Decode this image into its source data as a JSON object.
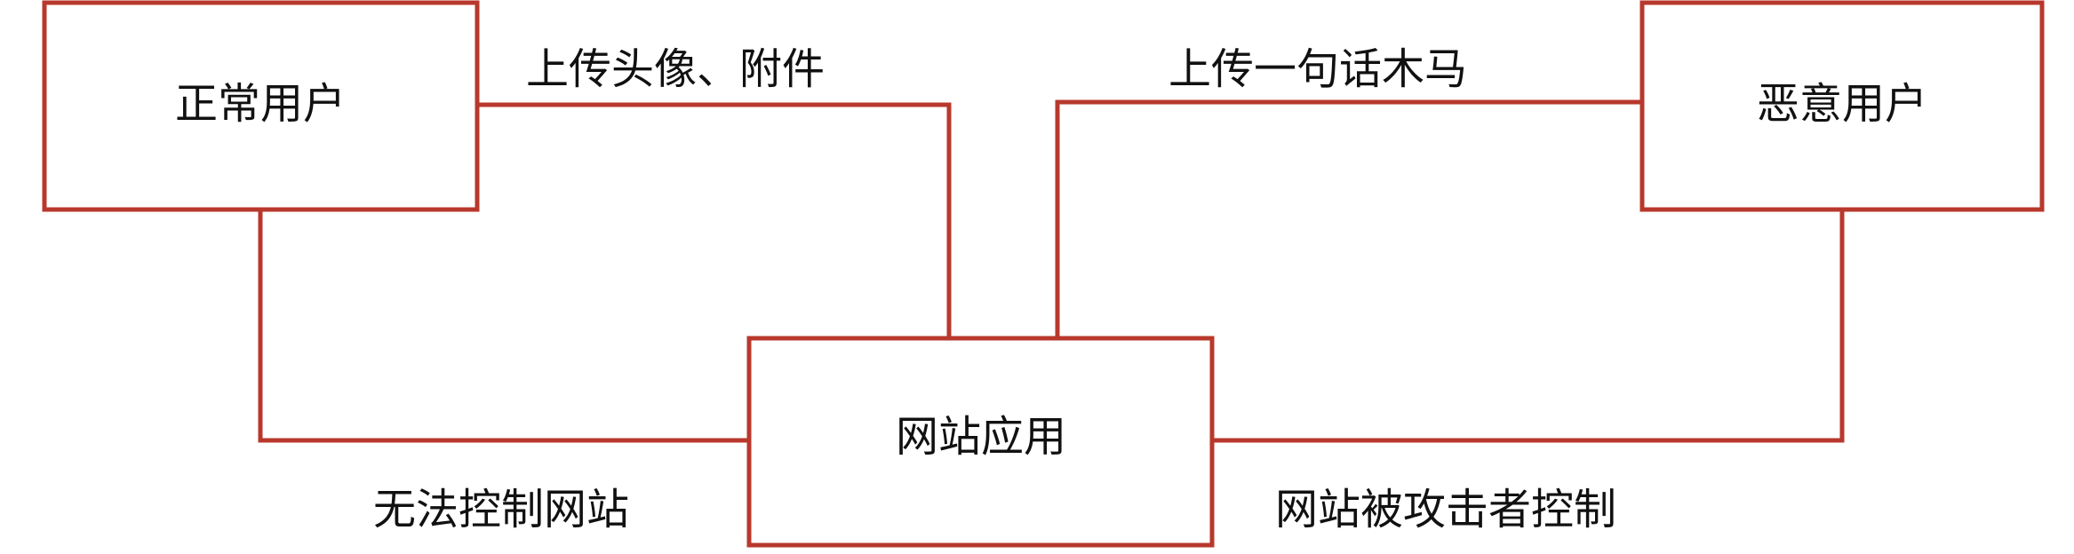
{
  "diagram": {
    "nodes": {
      "normal_user": "正常用户",
      "malicious_user": "恶意用户",
      "web_app": "网站应用"
    },
    "edges": {
      "normal_upload": "上传头像、附件",
      "malicious_upload": "上传一句话木马",
      "normal_result": "无法控制网站",
      "malicious_result": "网站被攻击者控制"
    }
  }
}
